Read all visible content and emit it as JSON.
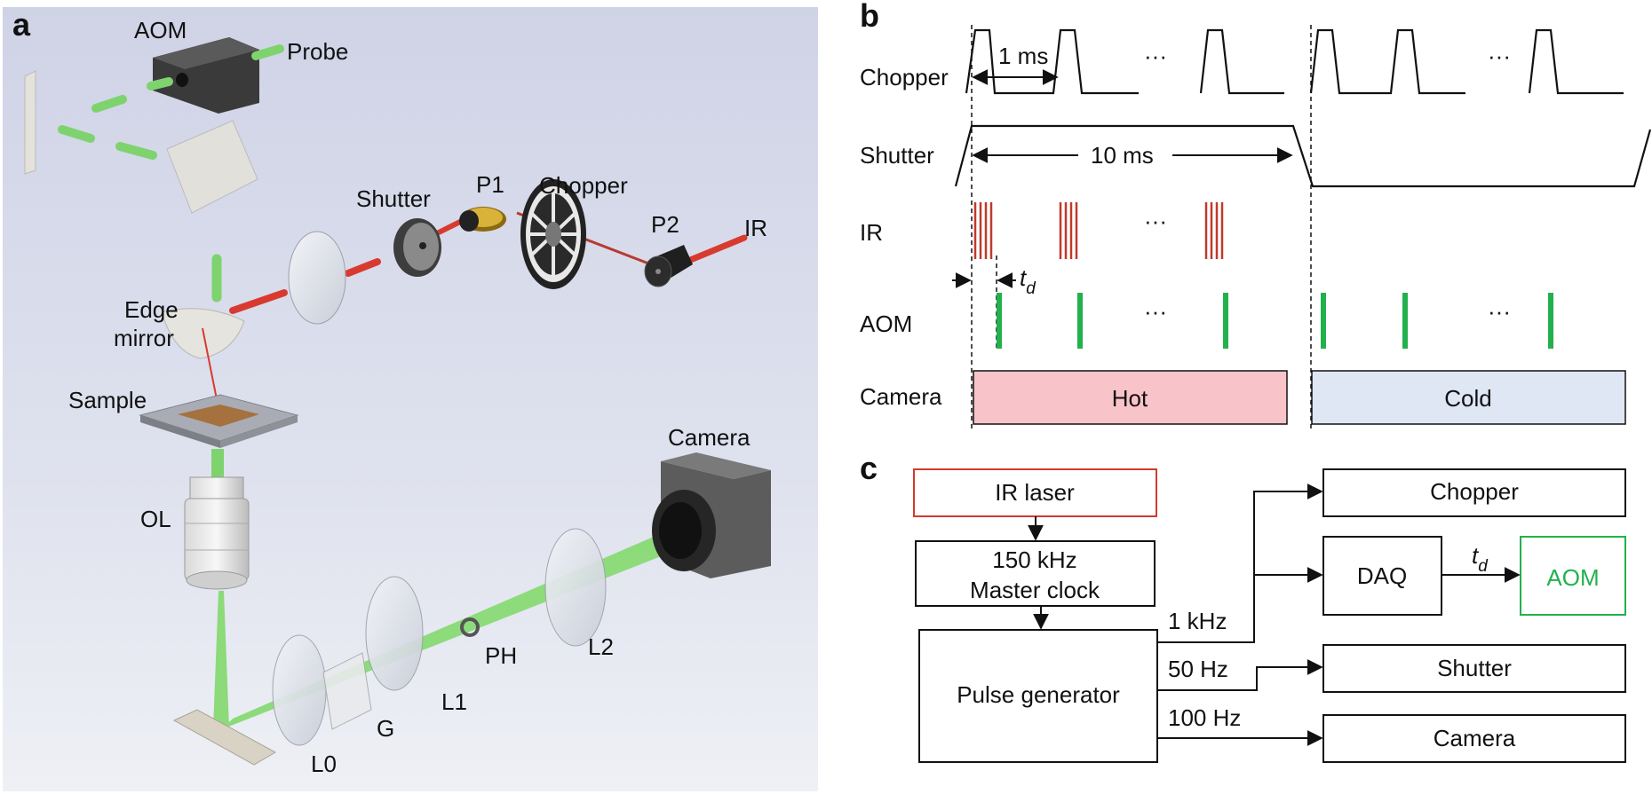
{
  "panels": {
    "a": "a",
    "b": "b",
    "c": "c"
  },
  "setup": {
    "labels": {
      "aom": "AOM",
      "probe": "Probe",
      "shutter": "Shutter",
      "p1": "P1",
      "chopper": "Chopper",
      "p2": "P2",
      "ir": "IR",
      "edge_mirror_1": "Edge",
      "edge_mirror_2": "mirror",
      "sample": "Sample",
      "camera": "Camera",
      "ol": "OL",
      "ph": "PH",
      "l2": "L2",
      "l1": "L1",
      "g": "G",
      "l0": "L0"
    }
  },
  "timing": {
    "rows": {
      "chopper": "Chopper",
      "shutter": "Shutter",
      "ir": "IR",
      "aom": "AOM",
      "camera": "Camera"
    },
    "annotations": {
      "period": "1 ms",
      "window": "10 ms",
      "delay_var": "t",
      "delay_sub": "d",
      "ellipsis": "···"
    },
    "camera_windows": {
      "hot": "Hot",
      "cold": "Cold"
    }
  },
  "block": {
    "ir_laser": "IR laser",
    "clock_1": "150 kHz",
    "clock_2": "Master clock",
    "pulse_gen": "Pulse generator",
    "chopper": "Chopper",
    "daq": "DAQ",
    "aom": "AOM",
    "shutter": "Shutter",
    "camera": "Camera",
    "f1": "1 kHz",
    "f2": "50 Hz",
    "f3": "100 Hz",
    "td_var": "t",
    "td_sub": "d"
  },
  "colors": {
    "ir_red": "#c0392b",
    "aom_green": "#22b14c",
    "hot_fill": "#f9c4c9",
    "cold_fill": "#dfe6f4",
    "laser_red": "#d93a2f",
    "ir_box_border": "#d33b2c"
  }
}
